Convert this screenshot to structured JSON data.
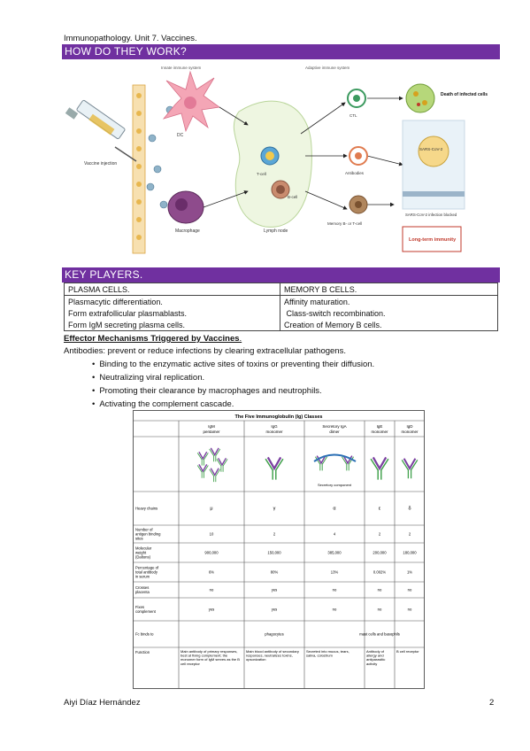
{
  "header": {
    "title": "Immunopathology. Unit 7. Vaccines."
  },
  "sections": {
    "how": "HOW DO THEY WORK?",
    "key": "KEY PLAYERS."
  },
  "figure": {
    "innate": "Innate immune system",
    "adaptive": "Adaptive immune system",
    "vaccine_injection": "Vaccine injection",
    "dc": "DC",
    "macrophage": "Macrophage",
    "tcell": "T-cell",
    "bcell": "B-cell",
    "lymph_node": "Lymph node",
    "ctl": "CTL",
    "antibodies": "Antibodies",
    "memory": "Memory B- or T-cell",
    "death": "Death of infected cells",
    "sars": "SARS-CoV-2",
    "blocked": "SARS-CoV-2 infection blocked",
    "longterm": "Long-term immunity"
  },
  "key_players": {
    "col1_header": "PLASMA CELLS.",
    "col2_header": "MEMORY B CELLS.",
    "col1": [
      "Plasmacytic differentiation.",
      "Form extrafollicular plasmablasts.",
      "Form IgM secreting plasma cells."
    ],
    "col2": [
      "Affinity maturation.",
      " Class-switch recombination.",
      "Creation of Memory B cells."
    ]
  },
  "effector": {
    "heading": "Effector Mechanisms Triggered by Vaccines",
    "heading_suffix": ".",
    "intro": "Antibodies: prevent or reduce infections by clearing extracellular pathogens.",
    "bullets": [
      "Binding to the enzymatic active sites of toxins or preventing their diffusion.",
      "Neutralizing viral replication.",
      "Promoting their clearance by macrophages and neutrophils.",
      "Activating the complement cascade."
    ]
  },
  "ig_table": {
    "title": "The Five Immunoglobulin (Ig) Classes",
    "columns": [
      {
        "name": "IgM",
        "sub": "pentamer"
      },
      {
        "name": "IgG",
        "sub": "monomer"
      },
      {
        "name": "Secretory IgA",
        "sub": "dimer"
      },
      {
        "name": "IgE",
        "sub": "monomer"
      },
      {
        "name": "IgD",
        "sub": "monomer"
      }
    ],
    "secretory_component": "Secretory component",
    "rows": [
      {
        "label": "Heavy chains",
        "cells": [
          "μ",
          "γ",
          "α",
          "ε",
          "δ"
        ]
      },
      {
        "label": "Number of antigen binding sites",
        "cells": [
          "10",
          "2",
          "4",
          "2",
          "2"
        ]
      },
      {
        "label": "Molecular weight (Daltons)",
        "cells": [
          "900,000",
          "150,000",
          "385,000",
          "200,000",
          "180,000"
        ]
      },
      {
        "label": "Percentage of total antibody in serum",
        "cells": [
          "6%",
          "80%",
          "13%",
          "0.002%",
          "1%"
        ]
      },
      {
        "label": "Crosses placenta",
        "cells": [
          "no",
          "yes",
          "no",
          "no",
          "no"
        ]
      },
      {
        "label": "Fixes complement",
        "cells": [
          "yes",
          "yes",
          "no",
          "no",
          "no"
        ]
      },
      {
        "label": "Fc binds to",
        "cells": [
          "",
          "phagocytes",
          "",
          "mast cells and basophils",
          ""
        ]
      },
      {
        "label": "Function",
        "cells": [
          "Main antibody of primary responses, best at fixing complement; the monomer form of IgM serves as the B cell receptor",
          "Main blood antibody of secondary responses, neutralizes toxins, opsonization",
          "Secreted into mucus, tears, saliva, colostrum",
          "Antibody of allergy and antiparasitic activity",
          "B cell receptor"
        ]
      }
    ]
  },
  "footer": {
    "author": "Aiyi Díaz Hernández",
    "page": "2"
  },
  "colors": {
    "band": "#7030a0",
    "accent_red": "#c0392b"
  }
}
